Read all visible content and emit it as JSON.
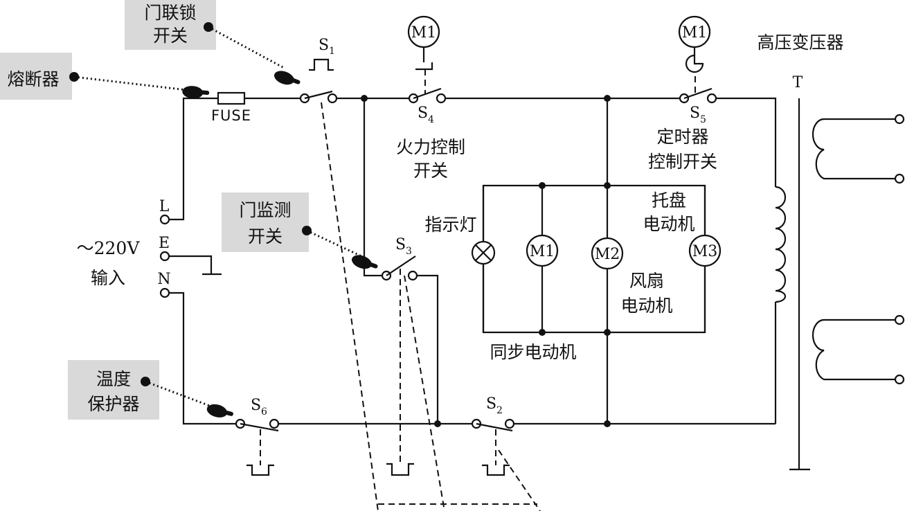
{
  "callouts": {
    "door_interlock": [
      "门联锁",
      "开关"
    ],
    "fuse_label": "熔断器",
    "door_monitor": [
      "门监测",
      "开关"
    ],
    "temp_protector": [
      "温度",
      "保护器"
    ]
  },
  "labels": {
    "fuse": "FUSE",
    "input_voltage": "～220V",
    "input": "输入",
    "terminal_L": "L",
    "terminal_E": "E",
    "terminal_N": "N",
    "power_control": [
      "火力控制",
      "开关"
    ],
    "timer_control": [
      "定时器",
      "控制开关"
    ],
    "hv_transformer": "高压变压器",
    "transformer_T": "T",
    "indicator_lamp": "指示灯",
    "tray_motor": [
      "托盘",
      "电动机"
    ],
    "fan_motor": [
      "风扇",
      "电动机"
    ],
    "sync_motor": "同步电动机"
  },
  "switches": {
    "s1": {
      "main": "S",
      "sub": "1"
    },
    "s2": {
      "main": "S",
      "sub": "2"
    },
    "s3": {
      "main": "S",
      "sub": "3"
    },
    "s4": {
      "main": "S",
      "sub": "4"
    },
    "s5": {
      "main": "S",
      "sub": "5"
    },
    "s6": {
      "main": "S",
      "sub": "6"
    }
  },
  "motors": {
    "m1_top_a": "M1",
    "m1_top_b": "M1",
    "m1_branch": "M1",
    "m2_branch": "M2",
    "m3_branch": "M3"
  }
}
